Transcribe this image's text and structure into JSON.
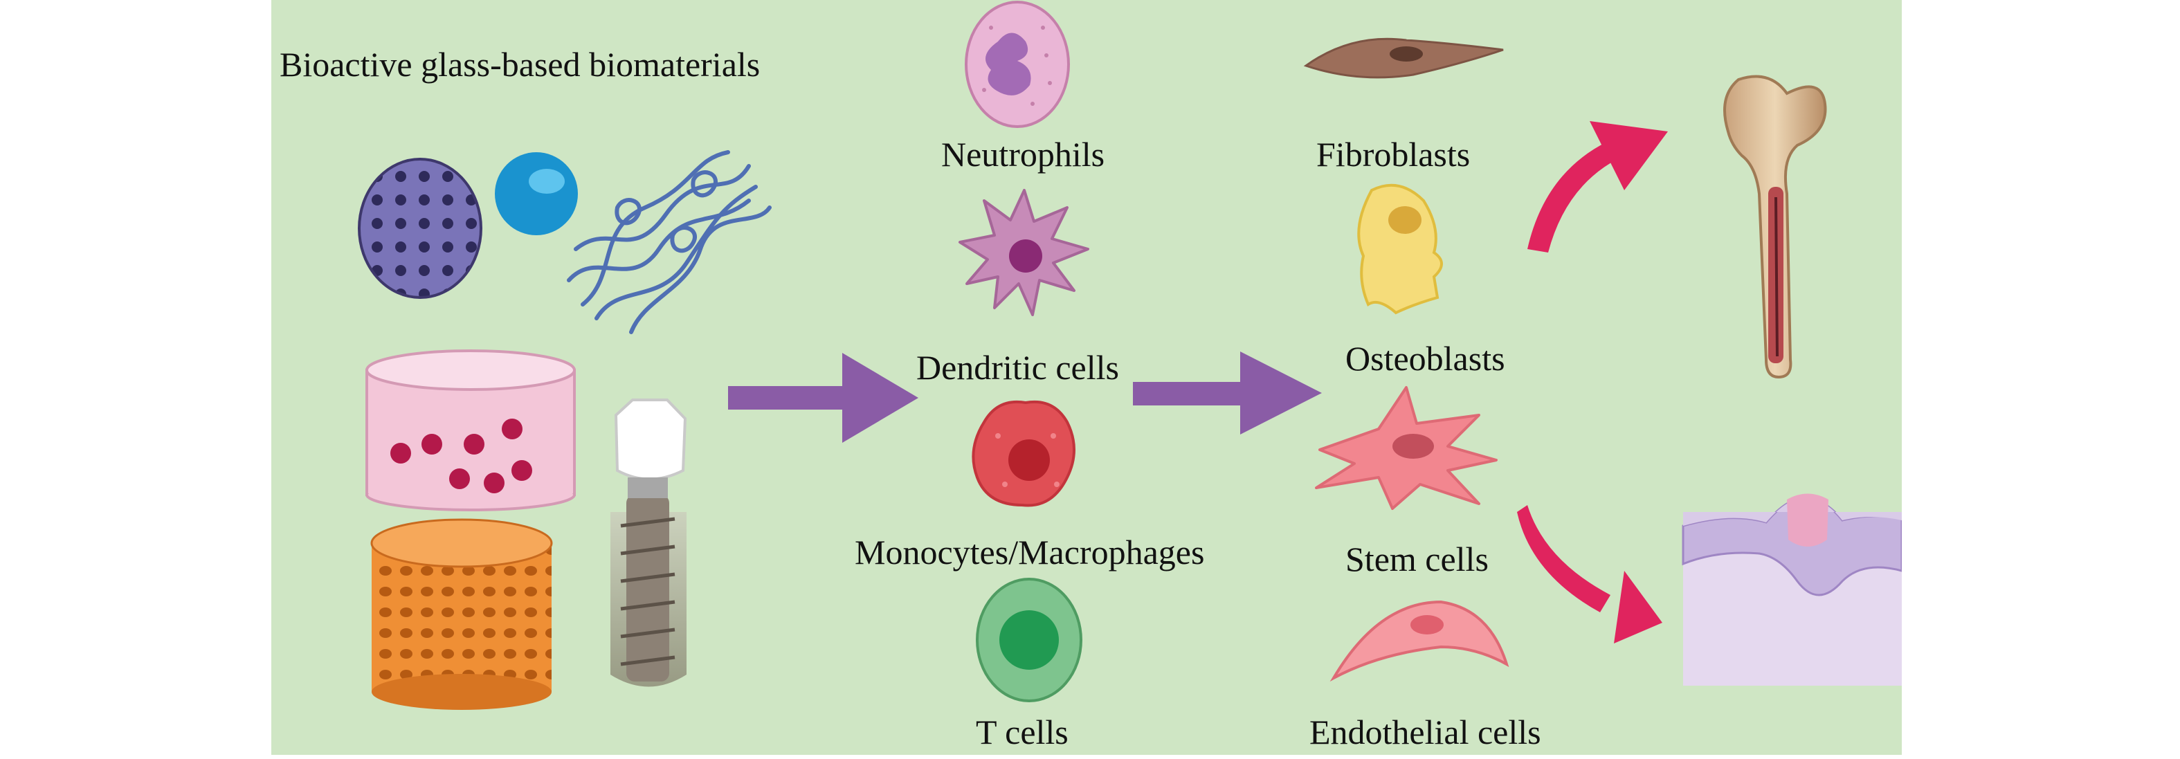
{
  "title": "Bioactive glass-based biomaterials",
  "immune_cells": [
    {
      "label": "Neutrophils",
      "icon": "neutrophil-icon"
    },
    {
      "label": "Dendritic cells",
      "icon": "dendritic-cell-icon"
    },
    {
      "label": "Monocytes/Macrophages",
      "icon": "macrophage-icon"
    },
    {
      "label": "T cells",
      "icon": "t-cell-icon"
    }
  ],
  "tissue_cells": [
    {
      "label": "Fibroblasts",
      "icon": "fibroblast-icon"
    },
    {
      "label": "Osteoblasts",
      "icon": "osteoblast-icon"
    },
    {
      "label": "Stem cells",
      "icon": "stem-cell-icon"
    },
    {
      "label": "Endothelial cells",
      "icon": "endothelial-cell-icon"
    }
  ],
  "biomaterial_icons": [
    "porous-sphere-icon",
    "blue-sphere-icon",
    "fiber-mesh-icon",
    "hydrogel-disc-icon",
    "dental-implant-icon",
    "porous-scaffold-icon"
  ],
  "outcome_icons": [
    "femur-bone-icon",
    "skin-tissue-icon"
  ],
  "colors": {
    "panel_background": "#cfe6c4",
    "flow_arrow": "#8a5ca6",
    "outcome_arrow": "#e0245e"
  }
}
